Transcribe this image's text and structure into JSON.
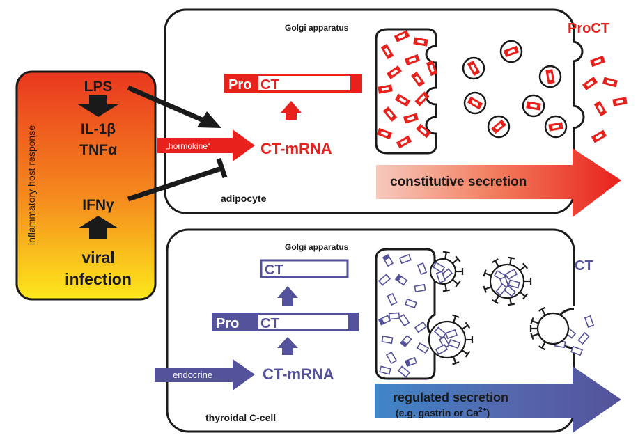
{
  "colors": {
    "red": "#e8211c",
    "purple": "#54529a",
    "black": "#1a1a1a",
    "gradient_top": "#ea3b1f",
    "gradient_bottom": "#fde81c"
  },
  "host_response": {
    "side_label": "inflammatory host response",
    "lps": "LPS",
    "il1b": "IL-1β",
    "tnfa": "TNFα",
    "ifng": "IFNγ",
    "viral": "viral",
    "infection": "infection"
  },
  "adipocyte": {
    "cell_label": "adipocyte",
    "golgi_label": "Golgi apparatus",
    "procT_pro": "Pro",
    "procT_ct": "CT",
    "mrna": "CT-mRNA",
    "hormokine": "„hormokine“",
    "secretion": "constitutive secretion",
    "outside_label": "ProCT"
  },
  "ccell": {
    "cell_label": "thyroidal C-cell",
    "golgi_label": "Golgi apparatus",
    "ct_box": "CT",
    "procT_pro": "Pro",
    "procT_ct": "CT",
    "mrna": "CT-mRNA",
    "endocrine": "endocrine",
    "secretion_line1": "regulated secretion",
    "secretion_line2_pre": "(e.g. gastrin or Ca",
    "secretion_line2_sup": "2+",
    "secretion_line2_post": ")",
    "outside_label": "CT"
  }
}
